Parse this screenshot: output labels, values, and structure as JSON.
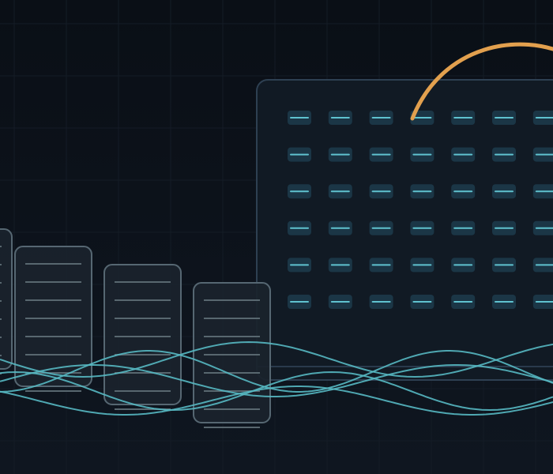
{
  "colors": {
    "background_top": "#0a0f16",
    "background_bottom": "#0f1620",
    "grid_line": "#141c26",
    "panel_fill": "#111a24",
    "panel_stroke": "#2e4052",
    "key_fill": "#1b3646",
    "key_dash": "#5fc2cf",
    "divider": "#2a3a4c",
    "arc": "#e2a04e",
    "card_fill": "#1a232d",
    "card_stroke": "#566772",
    "card_line": "#58676f",
    "wave": "#56b8c2"
  },
  "icons": {
    "large_panel": "key-grid-panel-icon",
    "arc": "orange-arc-icon",
    "cards": "document-card-icon",
    "waves": "wave-lines-icon"
  },
  "key_grid": {
    "rows": 6,
    "columns": 7
  },
  "cards": {
    "count": 4,
    "lines_per_card": 8
  },
  "waves": {
    "count": 5
  }
}
